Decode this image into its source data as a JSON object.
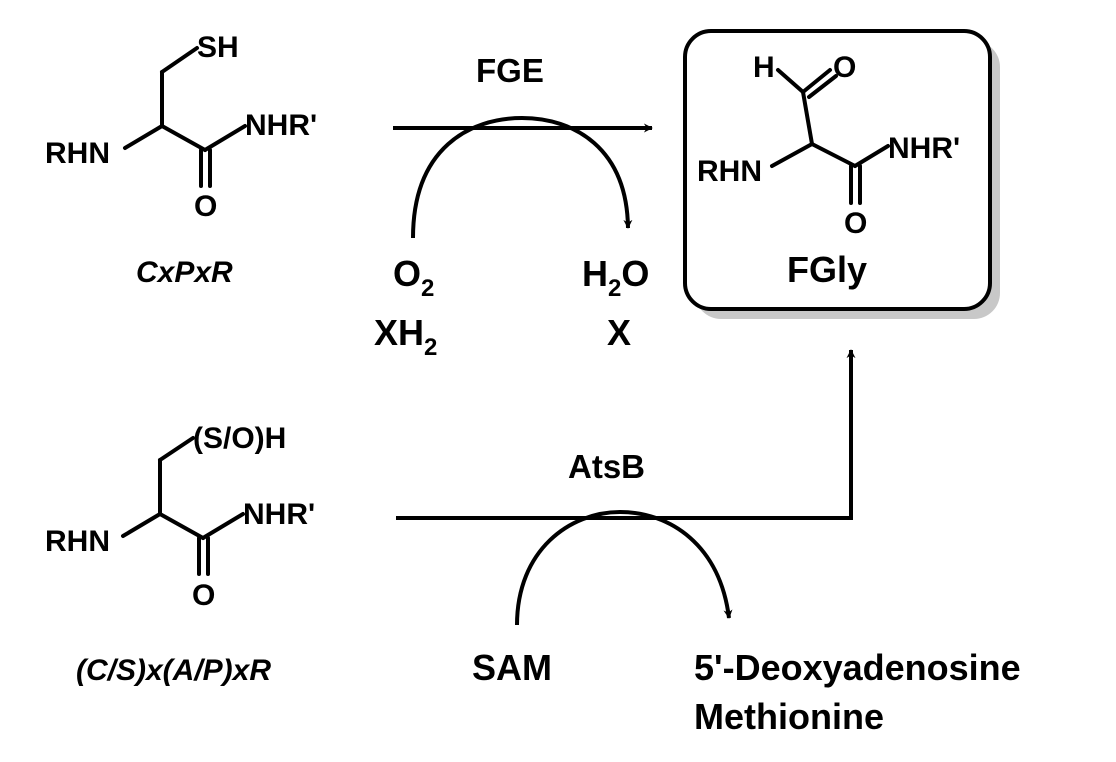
{
  "top_substrate": {
    "sh": "SH",
    "rhn": "RHN",
    "nhr": "NHR'",
    "o": "O",
    "motif": "CxPxR"
  },
  "top_reaction": {
    "enzyme": "FGE",
    "reagent_main": "O",
    "reagent_main_sub": "2",
    "reagent_second": "XH",
    "reagent_second_sub": "2",
    "product_main": "H",
    "product_main_sub": "2",
    "product_main_tail": "O",
    "product_second": "X"
  },
  "product": {
    "h": "H",
    "o_top": "O",
    "rhn": "RHN",
    "nhr": "NHR'",
    "o_bottom": "O",
    "name": "FGly"
  },
  "bottom_substrate": {
    "soh": "(S/O)H",
    "rhn": "RHN",
    "nhr": "NHR'",
    "o": "O",
    "motif": "(C/S)x(A/P)xR"
  },
  "bottom_reaction": {
    "enzyme": "AtsB",
    "reagent": "SAM",
    "product_1": "5'-Deoxyadenosine",
    "product_2": "Methionine"
  }
}
